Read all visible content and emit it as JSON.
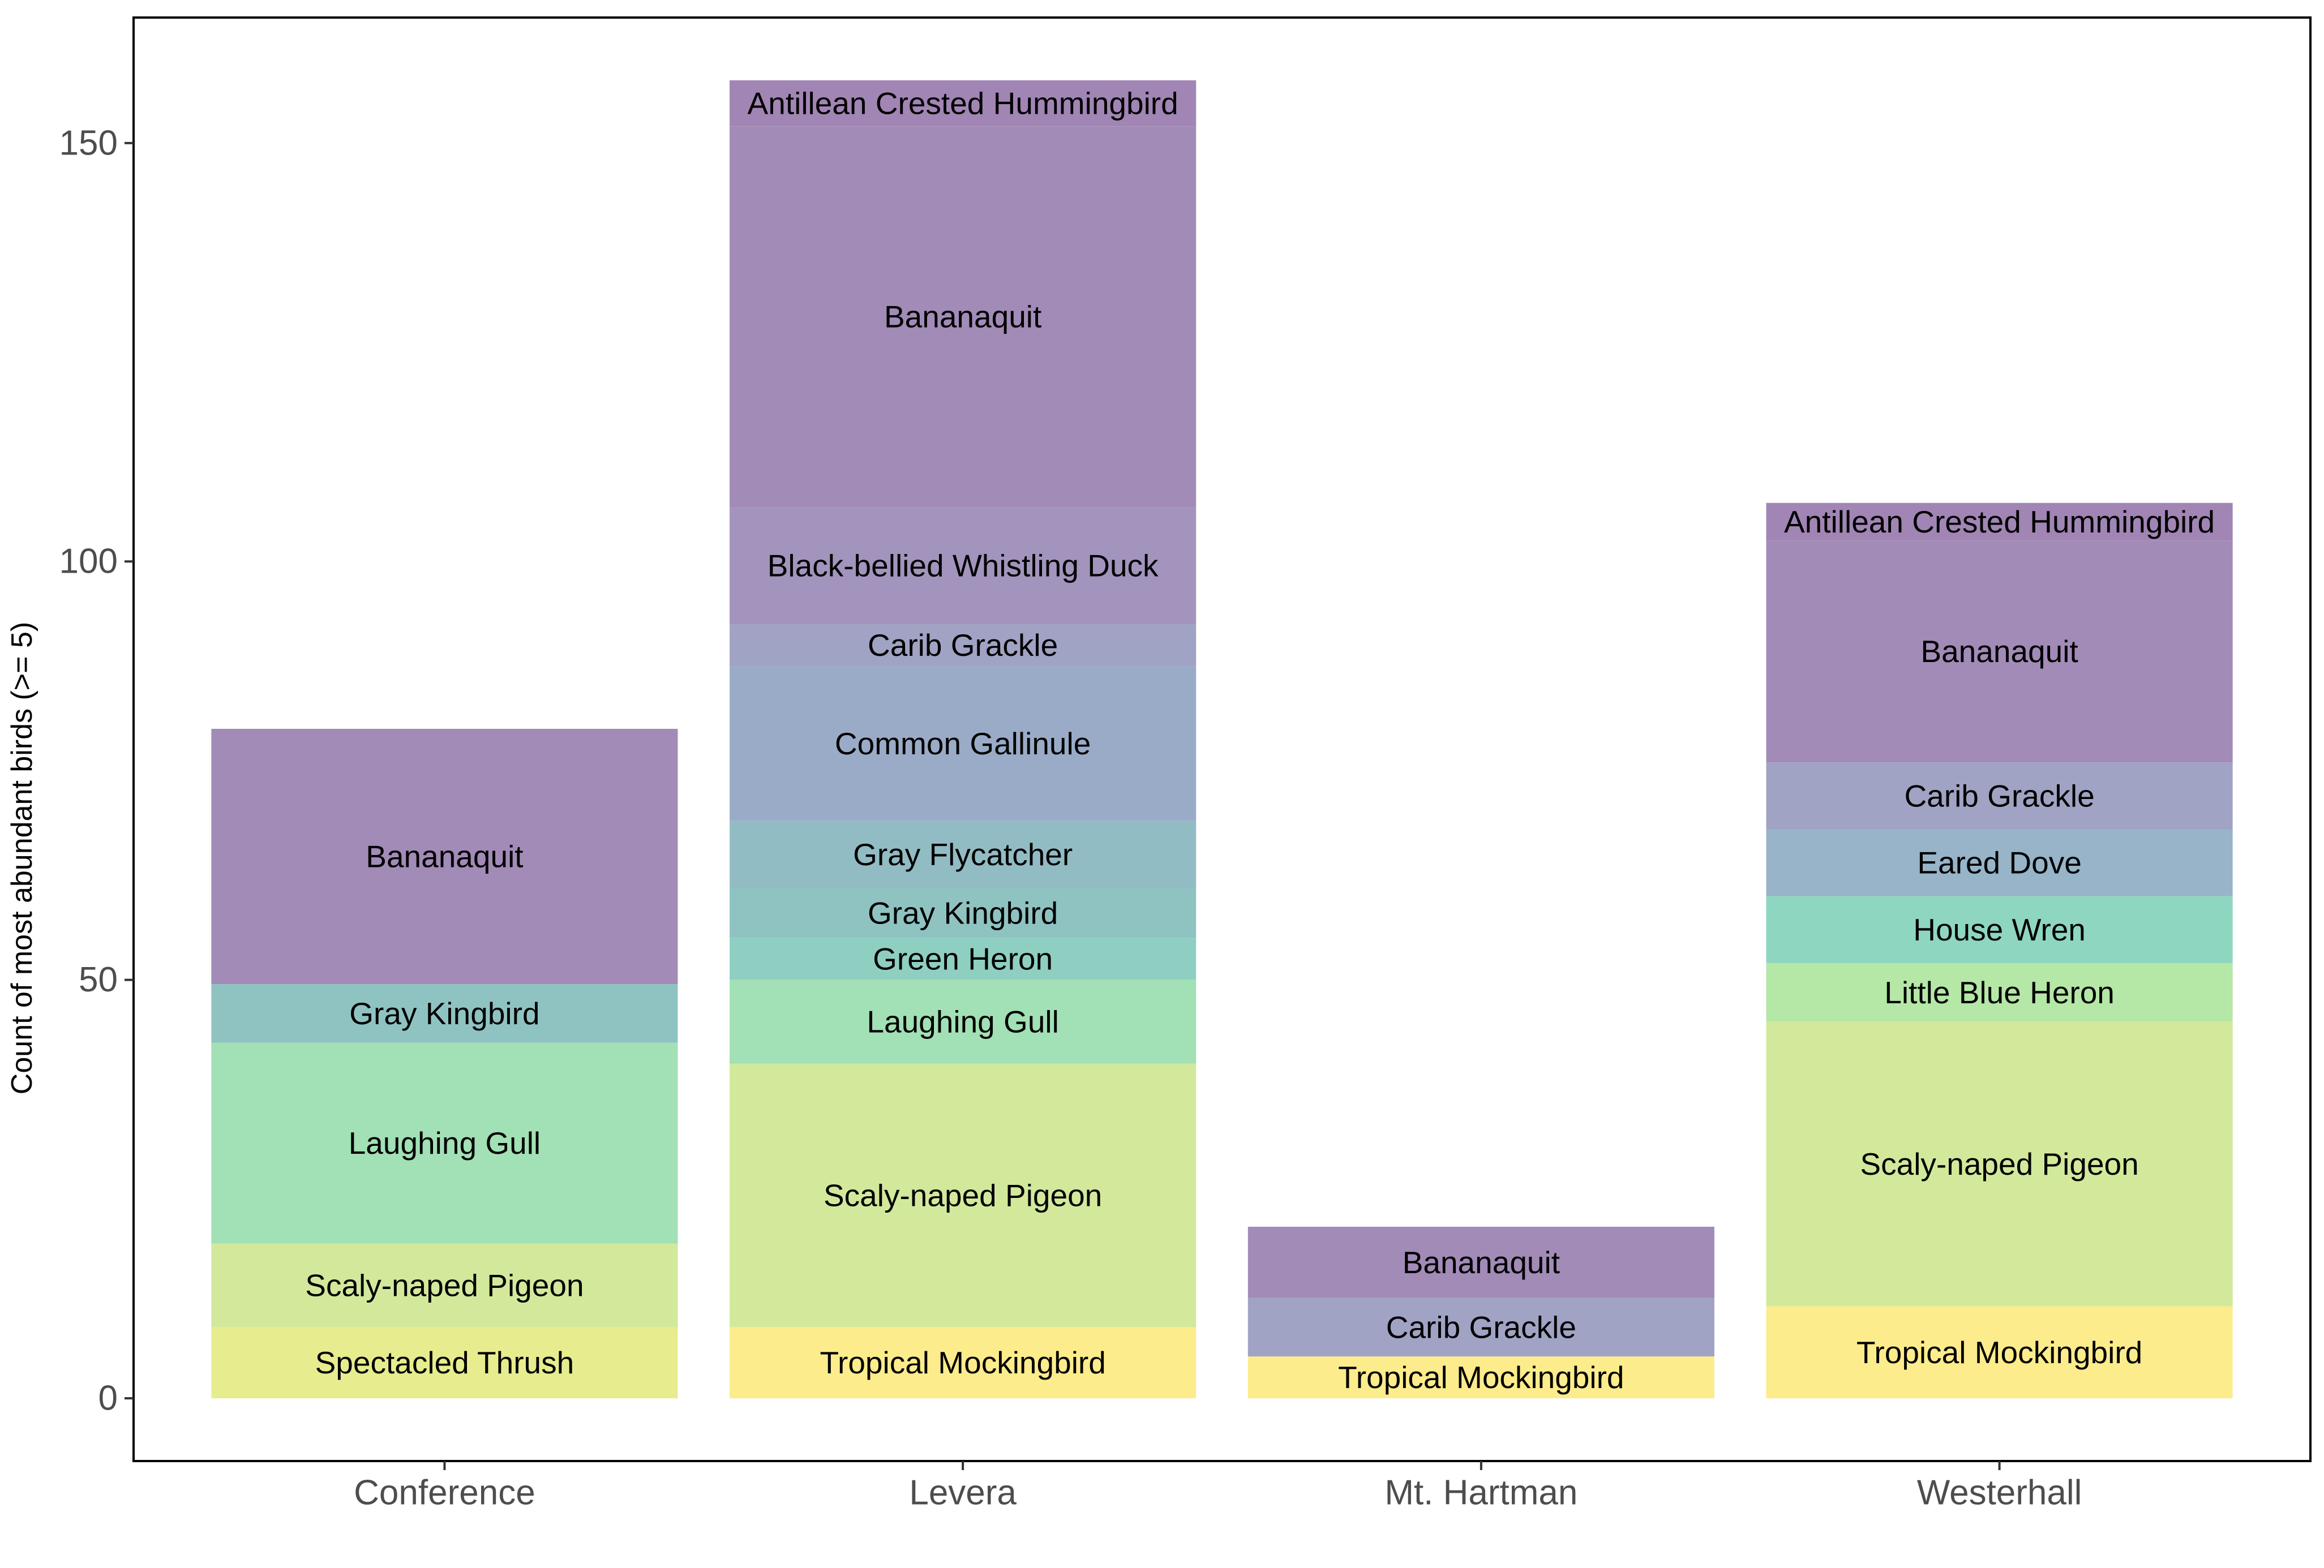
{
  "chart_data": {
    "type": "bar",
    "stacked": true,
    "title": "",
    "xlabel": "",
    "ylabel": "Count of most abundant birds (>= 5)",
    "ylim": [
      -7.5,
      165
    ],
    "yticks": [
      0,
      50,
      100,
      150
    ],
    "grid": false,
    "legend": "none",
    "categories": [
      "Conference",
      "Levera",
      "Mt. Hartman",
      "Westerhall"
    ],
    "colors": {
      "Antillean Crested Hummingbird": "#a185b4",
      "Bananaquit": "#a28bb7",
      "Black-bellied Whistling Duck": "#a294bc",
      "Carib Grackle": "#a0a3c3",
      "Common Gallinule": "#9aabc7",
      "Eared Dove": "#97b4c8",
      "Gray Flycatcher": "#92bcc3",
      "Gray Kingbird": "#8fc3c2",
      "Green Heron": "#8fcfc2",
      "House Wren": "#8fd6c0",
      "Laughing Gull": "#a2e0b5",
      "Little Blue Heron": "#b5e7a6",
      "Scaly-naped Pigeon": "#d2e99c",
      "Spectacled Thrush": "#e7ec8e",
      "Tropical Mockingbird": "#fdec8c"
    },
    "stacks": [
      {
        "category": "Conference",
        "segments": [
          {
            "species": "Spectacled Thrush",
            "value": 8.5
          },
          {
            "species": "Scaly-naped Pigeon",
            "value": 10
          },
          {
            "species": "Laughing Gull",
            "value": 24
          },
          {
            "species": "Gray Kingbird",
            "value": 7
          },
          {
            "species": "Bananaquit",
            "value": 30.5
          }
        ]
      },
      {
        "category": "Levera",
        "segments": [
          {
            "species": "Tropical Mockingbird",
            "value": 8.5
          },
          {
            "species": "Scaly-naped Pigeon",
            "value": 31.5
          },
          {
            "species": "Laughing Gull",
            "value": 10
          },
          {
            "species": "Green Heron",
            "value": 5
          },
          {
            "species": "Gray Kingbird",
            "value": 6
          },
          {
            "species": "Gray Flycatcher",
            "value": 8
          },
          {
            "species": "Common Gallinule",
            "value": 18.5
          },
          {
            "species": "Carib Grackle",
            "value": 5
          },
          {
            "species": "Black-bellied Whistling Duck",
            "value": 14
          },
          {
            "species": "Bananaquit",
            "value": 45.5
          },
          {
            "species": "Antillean Crested Hummingbird",
            "value": 5.5
          }
        ]
      },
      {
        "category": "Mt. Hartman",
        "segments": [
          {
            "species": "Tropical Mockingbird",
            "value": 5
          },
          {
            "species": "Carib Grackle",
            "value": 7
          },
          {
            "species": "Bananaquit",
            "value": 8.5
          }
        ]
      },
      {
        "category": "Westerhall",
        "segments": [
          {
            "species": "Tropical Mockingbird",
            "value": 11
          },
          {
            "species": "Scaly-naped Pigeon",
            "value": 34
          },
          {
            "species": "Little Blue Heron",
            "value": 7
          },
          {
            "species": "House Wren",
            "value": 8
          },
          {
            "species": "Eared Dove",
            "value": 8
          },
          {
            "species": "Carib Grackle",
            "value": 8
          },
          {
            "species": "Bananaquit",
            "value": 26.5
          },
          {
            "species": "Antillean Crested Hummingbird",
            "value": 4.5
          }
        ]
      }
    ]
  }
}
